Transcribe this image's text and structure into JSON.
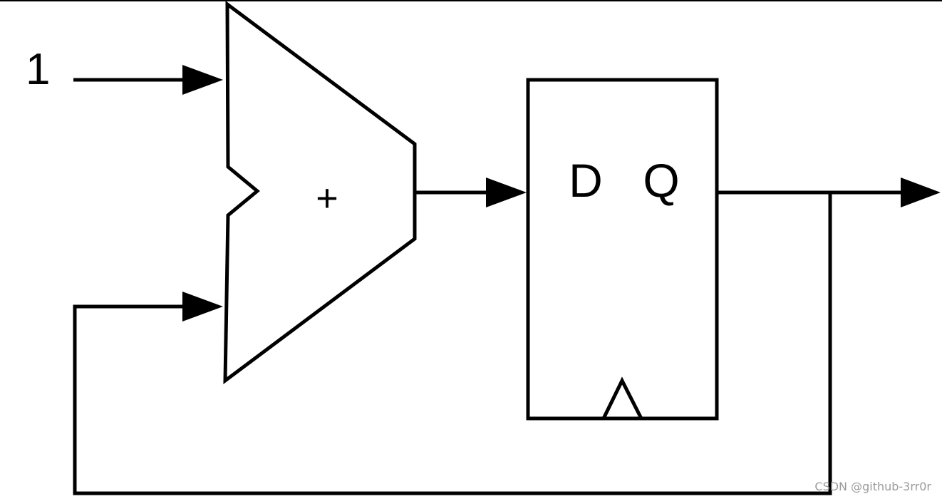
{
  "diagram": {
    "input_constant": "1",
    "adder_symbol": "+",
    "register": {
      "d_label": "D",
      "q_label": "Q"
    },
    "watermark": "CSDN @github-3rr0r",
    "colors": {
      "stroke": "#000000",
      "background": "#ffffff",
      "watermark": "#9a9a9a"
    }
  }
}
